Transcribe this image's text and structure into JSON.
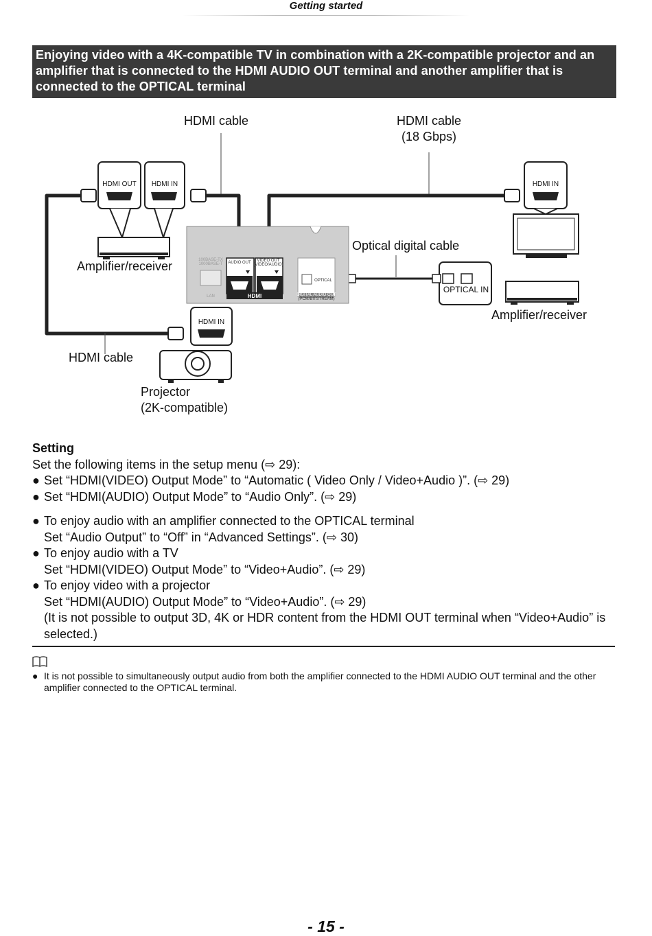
{
  "header": {
    "section": "Getting started"
  },
  "banner": {
    "text": "Enjoying video with a 4K-compatible TV in combination with a 2K-compatible projector and an amplifier that is connected to the HDMI AUDIO OUT terminal and another amplifier that is connected to the OPTICAL terminal"
  },
  "diagram": {
    "hdmi_cable_top_left": "HDMI cable",
    "hdmi_cable_top_right_1": "HDMI cable",
    "hdmi_cable_top_right_2": "(18 Gbps)",
    "amp_left_label": "Amplifier/receiver",
    "optical_cable_label": "Optical digital cable",
    "amp_right_label": "Amplifier/receiver",
    "hdmi_cable_left": "HDMI cable",
    "projector_label_1": "Projector",
    "projector_label_2": "(2K-compatible)",
    "port_hdmi_out": "HDMI OUT",
    "port_hdmi_in_amp": "HDMI IN",
    "port_hdmi_in_tv": "HDMI IN",
    "port_hdmi_in_projector": "HDMI IN",
    "port_optical_in": "OPTICAL IN",
    "player_audio_out": "AUDIO OUT",
    "player_video_out_1": "VIDEO OUT",
    "player_video_out_2": "(VIDEO/AUDIO)",
    "player_hdmi_logo": "HDMI",
    "player_lan": "LAN",
    "player_lan_spec_1": "100BASE-TX",
    "player_lan_spec_2": "1000BASE-T",
    "player_optical": "OPTICAL",
    "player_digital_audio_1": "DIGITAL AUDIO OUT",
    "player_digital_audio_2": "(PCM/BITSTREAM)"
  },
  "setting": {
    "title": "Setting",
    "intro": "Set the following items in the setup menu (⇨ 29):",
    "items": [
      "Set “HDMI(VIDEO) Output Mode” to “Automatic ( Video Only / Video+Audio )”. (⇨ 29)",
      "Set “HDMI(AUDIO) Output Mode” to “Audio Only”. (⇨ 29)"
    ],
    "options": [
      {
        "head": "To enjoy audio with an amplifier connected to the OPTICAL terminal",
        "body": "Set “Audio Output” to “Off” in “Advanced Settings”. (⇨ 30)"
      },
      {
        "head": "To enjoy audio with a TV",
        "body": "Set “HDMI(VIDEO) Output Mode” to “Video+Audio”. (⇨ 29)"
      },
      {
        "head": "To enjoy video with a projector",
        "body": "Set “HDMI(AUDIO) Output Mode” to “Video+Audio”. (⇨ 29)",
        "extra": "(It is not possible to output 3D, 4K or HDR content from the HDMI OUT terminal when “Video+Audio” is selected.)"
      }
    ],
    "bullet": "●"
  },
  "note": {
    "icon": "book-icon",
    "text": "It is not possible to simultaneously output audio from both the amplifier connected to the HDMI AUDIO OUT terminal and the other amplifier connected to the OPTICAL terminal."
  },
  "footer": {
    "page": "- 15 -"
  }
}
